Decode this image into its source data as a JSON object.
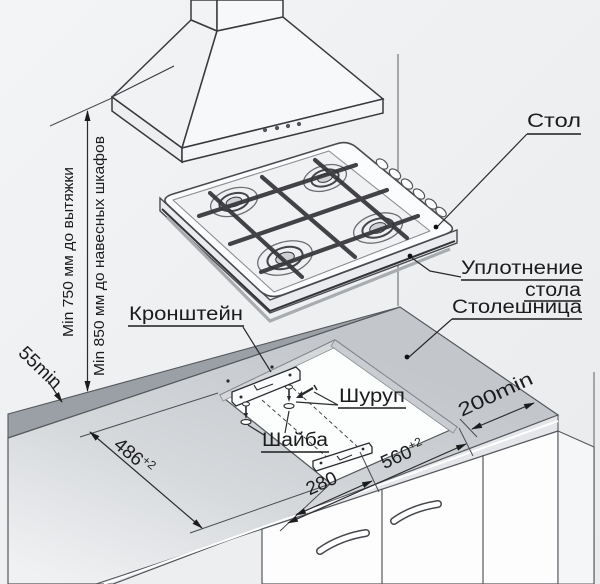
{
  "labels": {
    "table": "Стол",
    "seal_line1": "Уплотнение",
    "seal_line2": "стола",
    "countertop": "Столешница",
    "bracket": "Кронштейн",
    "screw": "Шуруп",
    "washer": "Шайба"
  },
  "dimensions": {
    "hood_clearance": "Min 750 мм до вытяжки",
    "cabinet_clearance": "Min 850 мм до навесных шкафов",
    "back_clearance": "55min",
    "cutout_depth": "486",
    "cutout_depth_tolerance": "+2",
    "cutout_width": "560",
    "cutout_width_tolerance": "+2",
    "bracket_spacing": "280",
    "right_clearance": "200min"
  },
  "colors": {
    "background": "#eff0f2",
    "line": "#2b2b2f",
    "countertop_surface": "#c7cbcf",
    "countertop_back_band": "#9aa0a6",
    "grate": "#36363a",
    "text": "#1c1c1e"
  }
}
